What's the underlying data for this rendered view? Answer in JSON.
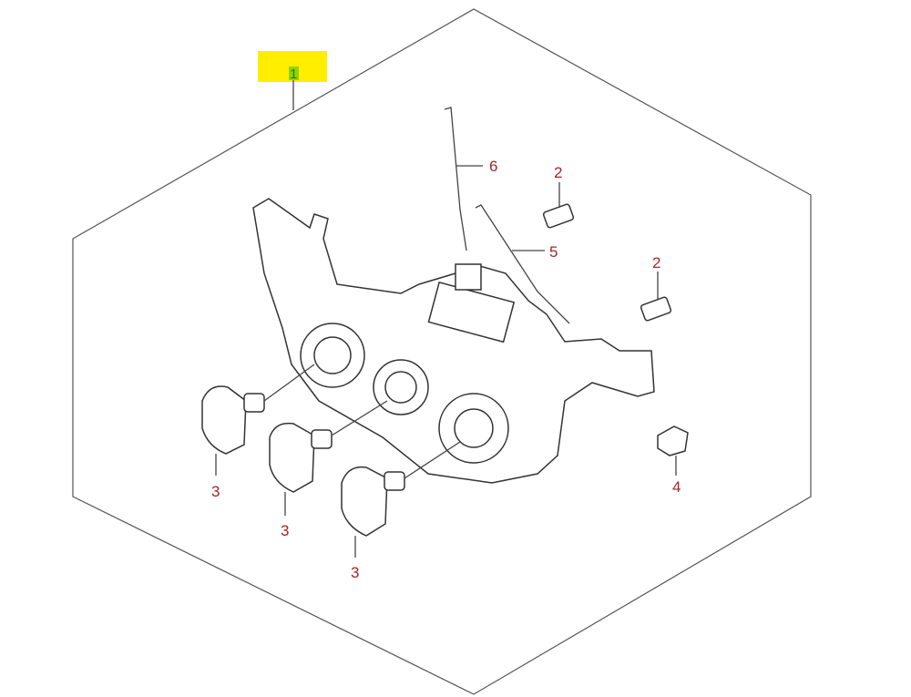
{
  "diagram": {
    "callouts": [
      {
        "id": "c1",
        "label": "1",
        "highlighted": true
      },
      {
        "id": "c2a",
        "label": "2"
      },
      {
        "id": "c2b",
        "label": "2"
      },
      {
        "id": "c3a",
        "label": "3"
      },
      {
        "id": "c3b",
        "label": "3"
      },
      {
        "id": "c3c",
        "label": "3"
      },
      {
        "id": "c4",
        "label": "4"
      },
      {
        "id": "c5",
        "label": "5"
      },
      {
        "id": "c6",
        "label": "6"
      }
    ],
    "colors": {
      "callout": "#a3262a",
      "highlight": "#ffee00"
    }
  }
}
